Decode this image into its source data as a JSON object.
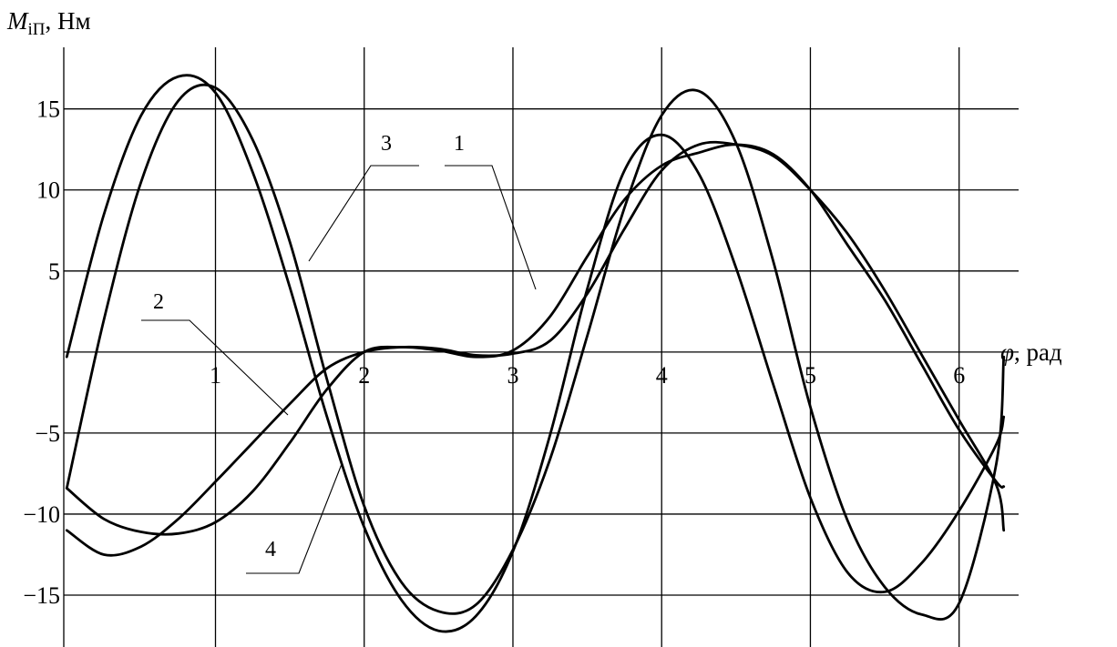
{
  "chart_data": {
    "type": "line",
    "ylabel": {
      "main": "M",
      "sub": "іП",
      "unit": ", Нм"
    },
    "xlabel": {
      "main": "φ",
      "unit": ", рад"
    },
    "xlim": [
      -0.02,
      6.4
    ],
    "ylim": [
      -18.2,
      18.8
    ],
    "x_ticks": [
      1,
      2,
      3,
      4,
      5,
      6
    ],
    "x_tick_labels": [
      "1",
      "2",
      "3",
      "4",
      "5",
      "6"
    ],
    "y_ticks": [
      -15,
      -10,
      -5,
      5,
      10,
      15
    ],
    "y_tick_labels": [
      "-15",
      "-10",
      "-5",
      "5",
      "10",
      "15"
    ],
    "grid": true,
    "series": [
      {
        "name": "1",
        "x": [
          0,
          0.25,
          0.5,
          0.75,
          1.0,
          1.25,
          1.5,
          1.75,
          2.0,
          2.25,
          2.5,
          2.75,
          3.0,
          3.25,
          3.5,
          3.75,
          4.0,
          4.25,
          4.5,
          4.75,
          5.0,
          5.25,
          5.5,
          5.75,
          6.0,
          6.25,
          6.3
        ],
        "y": [
          -8.4,
          -10.3,
          -11.1,
          -11.2,
          -10.5,
          -8.6,
          -5.6,
          -2.3,
          0.0,
          0.3,
          0.1,
          -0.3,
          0.1,
          2.2,
          5.9,
          9.4,
          11.5,
          12.3,
          12.8,
          12.2,
          10.0,
          6.6,
          3.2,
          -0.8,
          -4.8,
          -8.0,
          -8.3
        ]
      },
      {
        "name": "2",
        "x": [
          0,
          0.25,
          0.5,
          0.75,
          1.0,
          1.25,
          1.5,
          1.75,
          2.0,
          2.25,
          2.5,
          2.75,
          3.0,
          3.25,
          3.5,
          3.75,
          4.0,
          4.25,
          4.5,
          4.75,
          5.0,
          5.25,
          5.5,
          5.75,
          6.0,
          6.25,
          6.3
        ],
        "y": [
          -11.0,
          -12.5,
          -12.0,
          -10.3,
          -8.0,
          -5.6,
          -3.2,
          -1.0,
          0.0,
          0.3,
          0.2,
          -0.2,
          -0.1,
          0.7,
          3.6,
          7.6,
          11.2,
          12.8,
          12.8,
          12.1,
          10.0,
          7.3,
          3.8,
          -0.2,
          -4.2,
          -8.2,
          -11.0
        ]
      },
      {
        "name": "3",
        "x": [
          0,
          0.25,
          0.5,
          0.75,
          1.0,
          1.25,
          1.5,
          1.75,
          2.0,
          2.25,
          2.5,
          2.75,
          3.0,
          3.25,
          3.5,
          3.75,
          4.0,
          4.25,
          4.5,
          4.75,
          5.0,
          5.25,
          5.5,
          5.75,
          6.0,
          6.25,
          6.3
        ],
        "y": [
          -0.3,
          8.5,
          14.6,
          17.0,
          16.0,
          11.1,
          4.0,
          -4.0,
          -10.8,
          -15.3,
          -17.2,
          -16.3,
          -12.3,
          -5.1,
          3.9,
          11.2,
          13.4,
          11.0,
          5.2,
          -2.0,
          -9.0,
          -13.6,
          -14.8,
          -13.0,
          -9.8,
          -5.7,
          -4.0
        ]
      },
      {
        "name": "4",
        "x": [
          0,
          0.25,
          0.5,
          0.75,
          1.0,
          1.25,
          1.5,
          1.75,
          2.0,
          2.25,
          2.5,
          2.75,
          3.0,
          3.25,
          3.5,
          3.75,
          4.0,
          4.25,
          4.5,
          4.75,
          5.0,
          5.25,
          5.5,
          5.75,
          6.0,
          6.25,
          6.3
        ],
        "y": [
          -8.4,
          2.0,
          10.5,
          15.5,
          16.3,
          13.1,
          6.8,
          -1.7,
          -9.5,
          -14.2,
          -16.0,
          -15.6,
          -12.2,
          -6.6,
          1.0,
          8.9,
          14.6,
          16.1,
          12.9,
          5.6,
          -3.4,
          -10.4,
          -14.5,
          -16.2,
          -15.5,
          -6.9,
          -0.3
        ]
      }
    ],
    "annotations": [
      {
        "text": "1",
        "series": "1"
      },
      {
        "text": "2",
        "series": "2"
      },
      {
        "text": "3",
        "series": "3"
      },
      {
        "text": "4",
        "series": "4"
      }
    ]
  }
}
